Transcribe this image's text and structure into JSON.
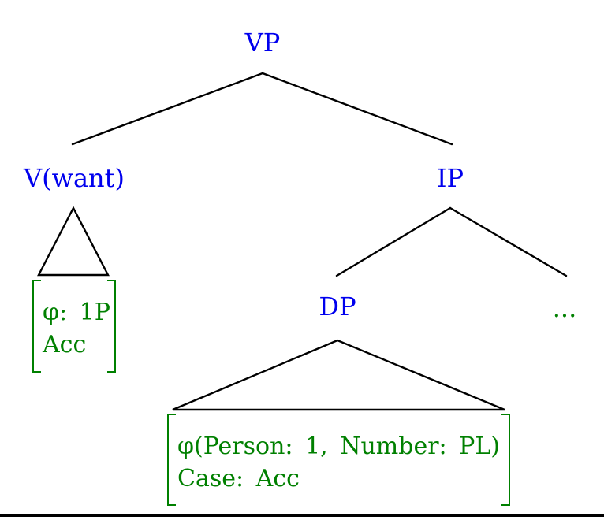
{
  "colors": {
    "node_label": "#0000ee",
    "feature_text": "#008000",
    "line": "#000000",
    "background": "#ffffff"
  },
  "tree": {
    "type": "syntax-tree",
    "nodes": {
      "vp": "VP",
      "v": "V(want)",
      "ip": "IP",
      "dp": "DP",
      "ellipsis": "..."
    },
    "features": {
      "v": [
        "φ: 1P",
        "Acc"
      ],
      "dp": [
        "φ(Person: 1, Number: PL)",
        "Case: Acc"
      ]
    }
  }
}
